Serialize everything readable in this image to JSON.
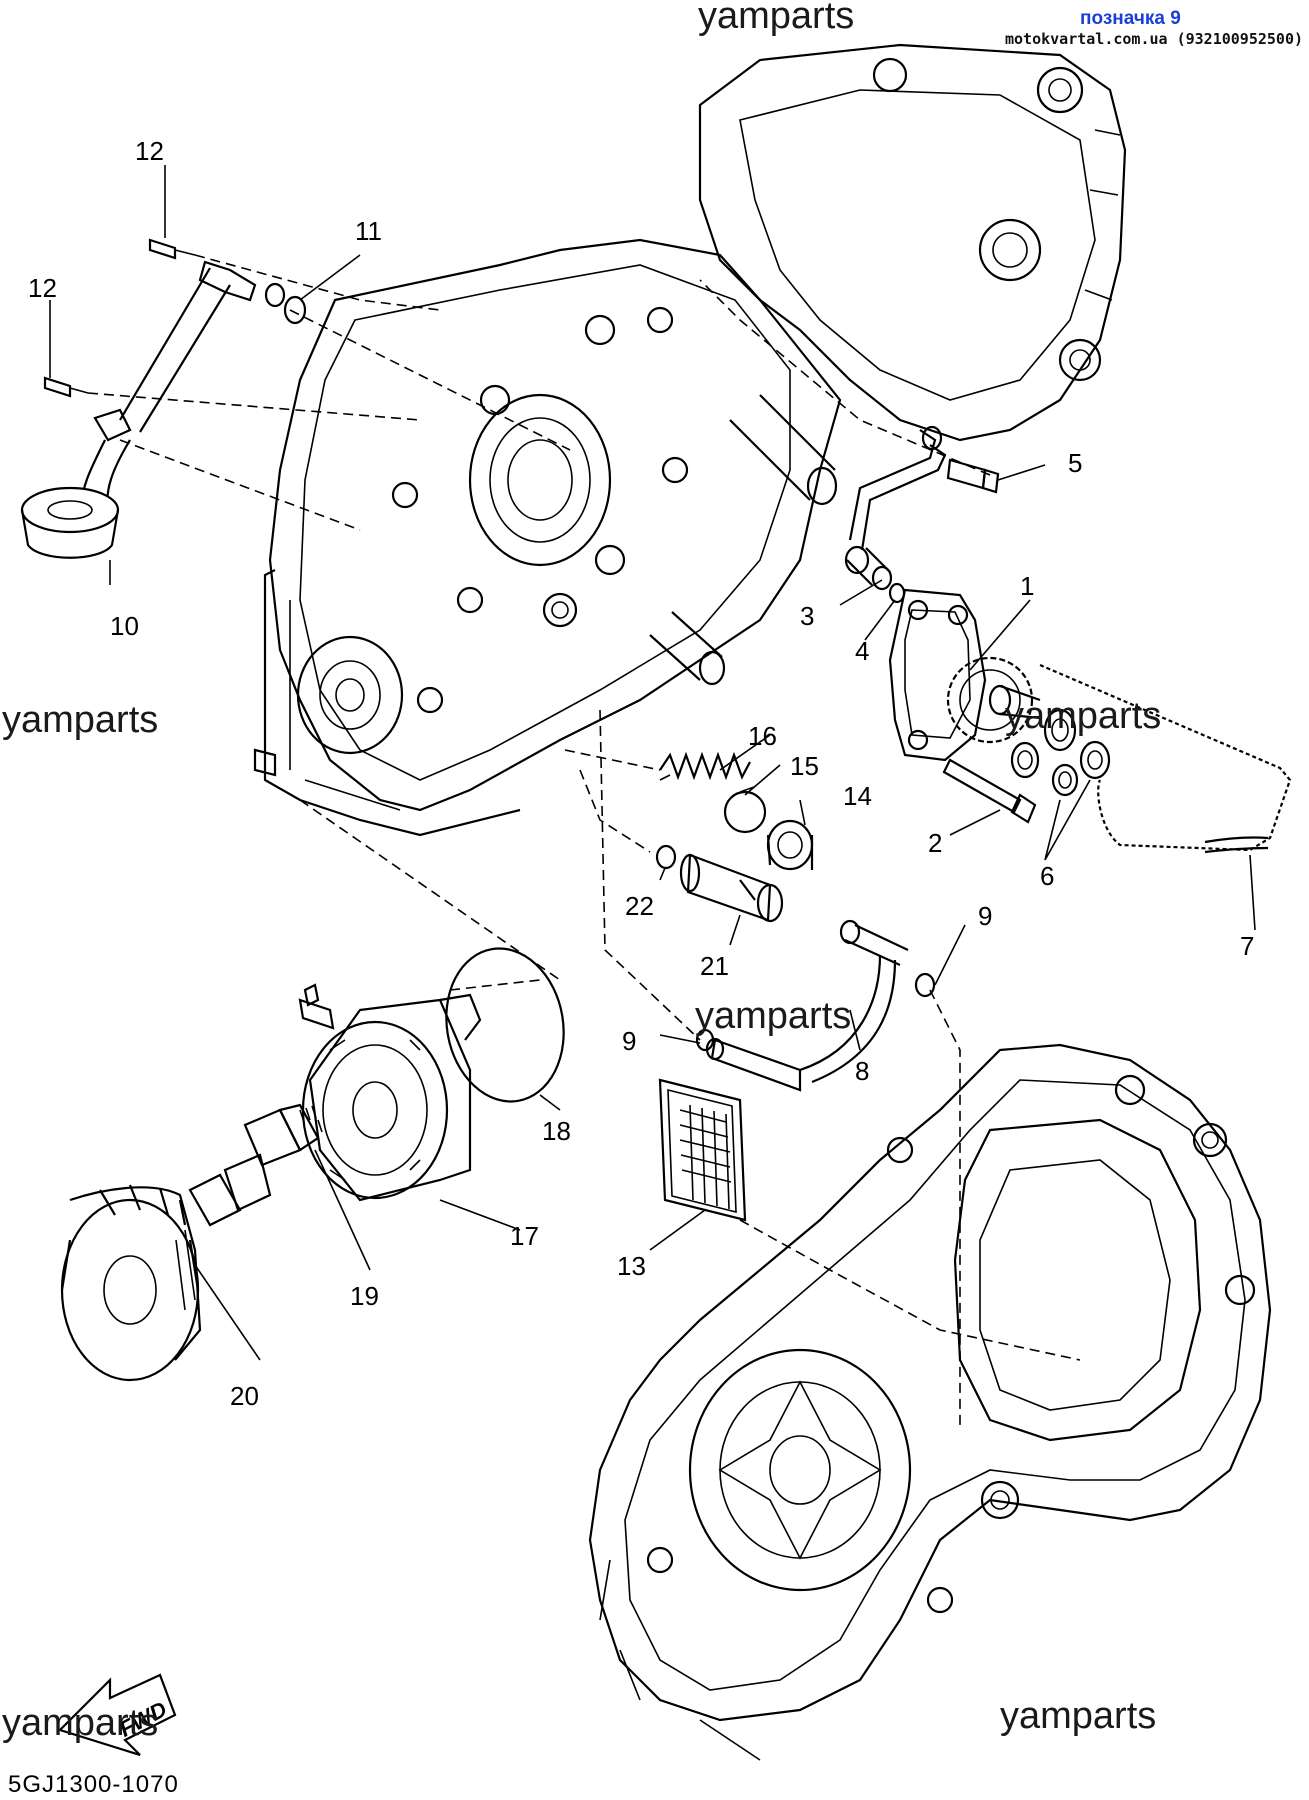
{
  "header": {
    "tag": "позначка 9",
    "site": "motokvartal.com.ua (932100952500)"
  },
  "watermarks": [
    "yamparts",
    "yamparts",
    "yamparts",
    "yamparts",
    "yamparts",
    "yamparts"
  ],
  "diagram_code": "5GJ1300-1070",
  "fwd_label": "FWD",
  "callouts": {
    "c1": "1",
    "c2": "2",
    "c3": "3",
    "c4": "4",
    "c5": "5",
    "c6": "6",
    "c7": "7",
    "c8": "8",
    "c9a": "9",
    "c9b": "9",
    "c10": "10",
    "c11": "11",
    "c12a": "12",
    "c12b": "12",
    "c13": "13",
    "c14": "14",
    "c15": "15",
    "c16": "16",
    "c17": "17",
    "c18": "18",
    "c19": "19",
    "c20": "20",
    "c21": "21",
    "c22": "22"
  }
}
